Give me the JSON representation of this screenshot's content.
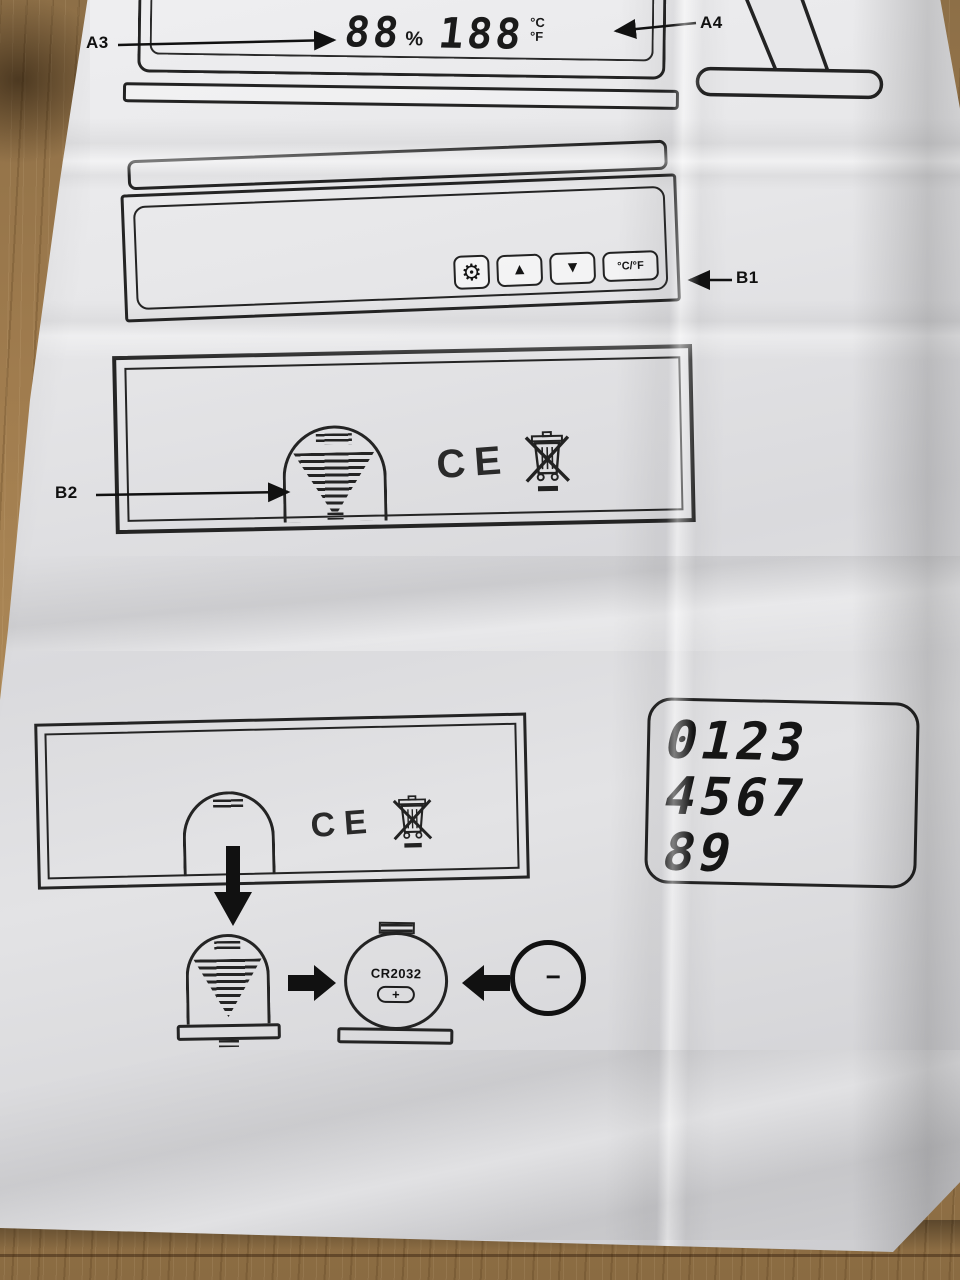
{
  "photo": {
    "description": "Photographed instruction leaflet diagrams for an LCD thermo-hygrometer lying on a wooden table"
  },
  "colors": {
    "ink": "#222222",
    "paper": "#e6e6e8",
    "wood": "#9c7b52"
  },
  "callouts": {
    "a3": "A3",
    "a4": "A4",
    "b1": "B1",
    "b2": "B2"
  },
  "lcd": {
    "humidity": "88",
    "percent": "%",
    "temperature": "188",
    "celsius": "°C",
    "fahrenheit": "°F"
  },
  "buttons": {
    "gear_icon": "⚙",
    "up_icon": "▲",
    "down_icon": "▼",
    "unit": "°C/°F"
  },
  "marks": {
    "ce": "CE"
  },
  "battery": {
    "model": "CR2032",
    "plus": "+",
    "minus": "−"
  },
  "digit_sample": {
    "rows": [
      "0123",
      "4567",
      "89"
    ]
  }
}
